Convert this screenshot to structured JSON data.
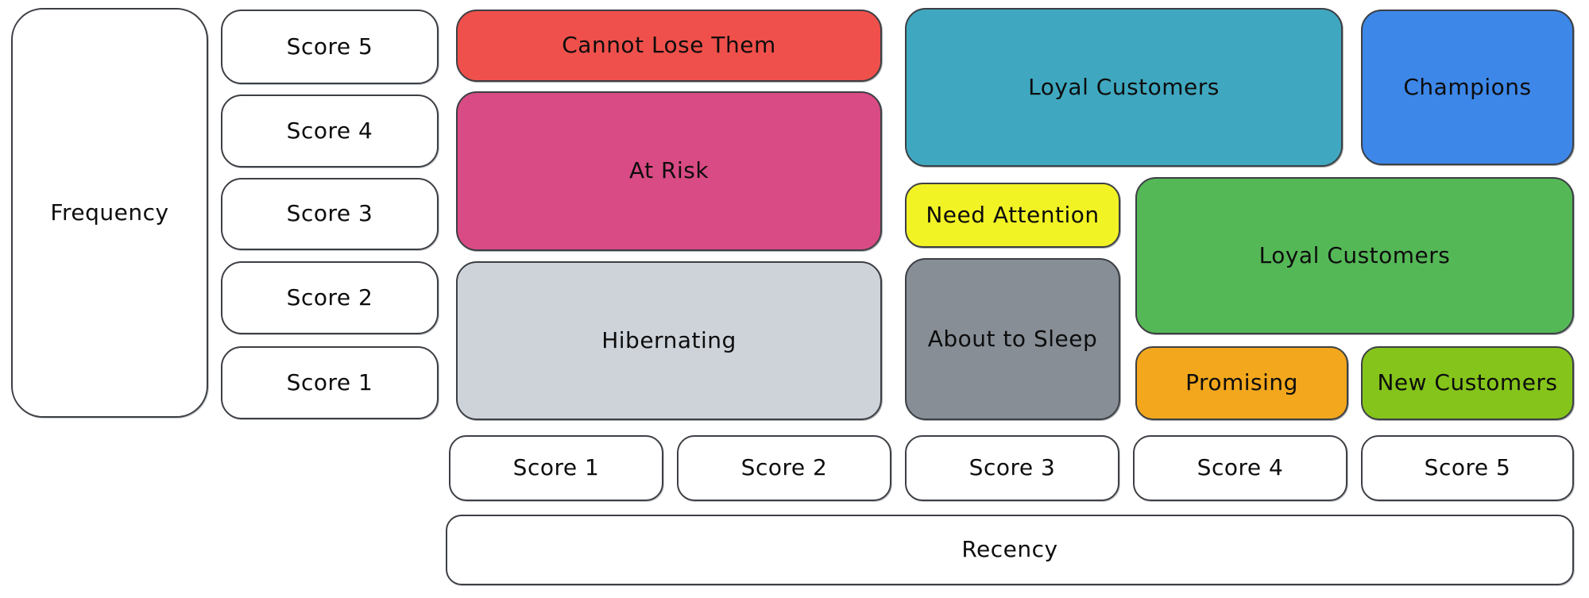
{
  "diagram": {
    "frequency_axis": {
      "label": "Frequency",
      "scores": [
        "Score 5",
        "Score 4",
        "Score 3",
        "Score 2",
        "Score 1"
      ]
    },
    "recency_axis": {
      "label": "Recency",
      "scores": [
        "Score 1",
        "Score 2",
        "Score 3",
        "Score 4",
        "Score 5"
      ]
    },
    "segments": [
      {
        "name": "cannot-lose-them",
        "label": "Cannot Lose Them",
        "color": "#f0504b",
        "recency_scores": "1-2",
        "frequency_scores": "5"
      },
      {
        "name": "at-risk",
        "label": "At Risk",
        "color": "#d94b84",
        "recency_scores": "1-2",
        "frequency_scores": "3-4"
      },
      {
        "name": "hibernating",
        "label": "Hibernating",
        "color": "#ced3da",
        "recency_scores": "1-2",
        "frequency_scores": "1-2"
      },
      {
        "name": "loyal-customers-top",
        "label": "Loyal Customers",
        "color": "#3fa8c0",
        "recency_scores": "3-4",
        "frequency_scores": "4-5"
      },
      {
        "name": "champions",
        "label": "Champions",
        "color": "#3d87e8",
        "recency_scores": "5",
        "frequency_scores": "4-5"
      },
      {
        "name": "need-attention",
        "label": "Need Attention",
        "color": "#f2f324",
        "recency_scores": "3",
        "frequency_scores": "3"
      },
      {
        "name": "loyal-customers-right",
        "label": "Loyal Customers",
        "color": "#55b857",
        "recency_scores": "4-5",
        "frequency_scores": "2-3"
      },
      {
        "name": "about-to-sleep",
        "label": "About to Sleep",
        "color": "#878e96",
        "recency_scores": "3",
        "frequency_scores": "1-2"
      },
      {
        "name": "promising",
        "label": "Promising",
        "color": "#f2a71d",
        "recency_scores": "4",
        "frequency_scores": "1"
      },
      {
        "name": "new-customers",
        "label": "New Customers",
        "color": "#85c41b",
        "recency_scores": "5",
        "frequency_scores": "1"
      }
    ]
  }
}
